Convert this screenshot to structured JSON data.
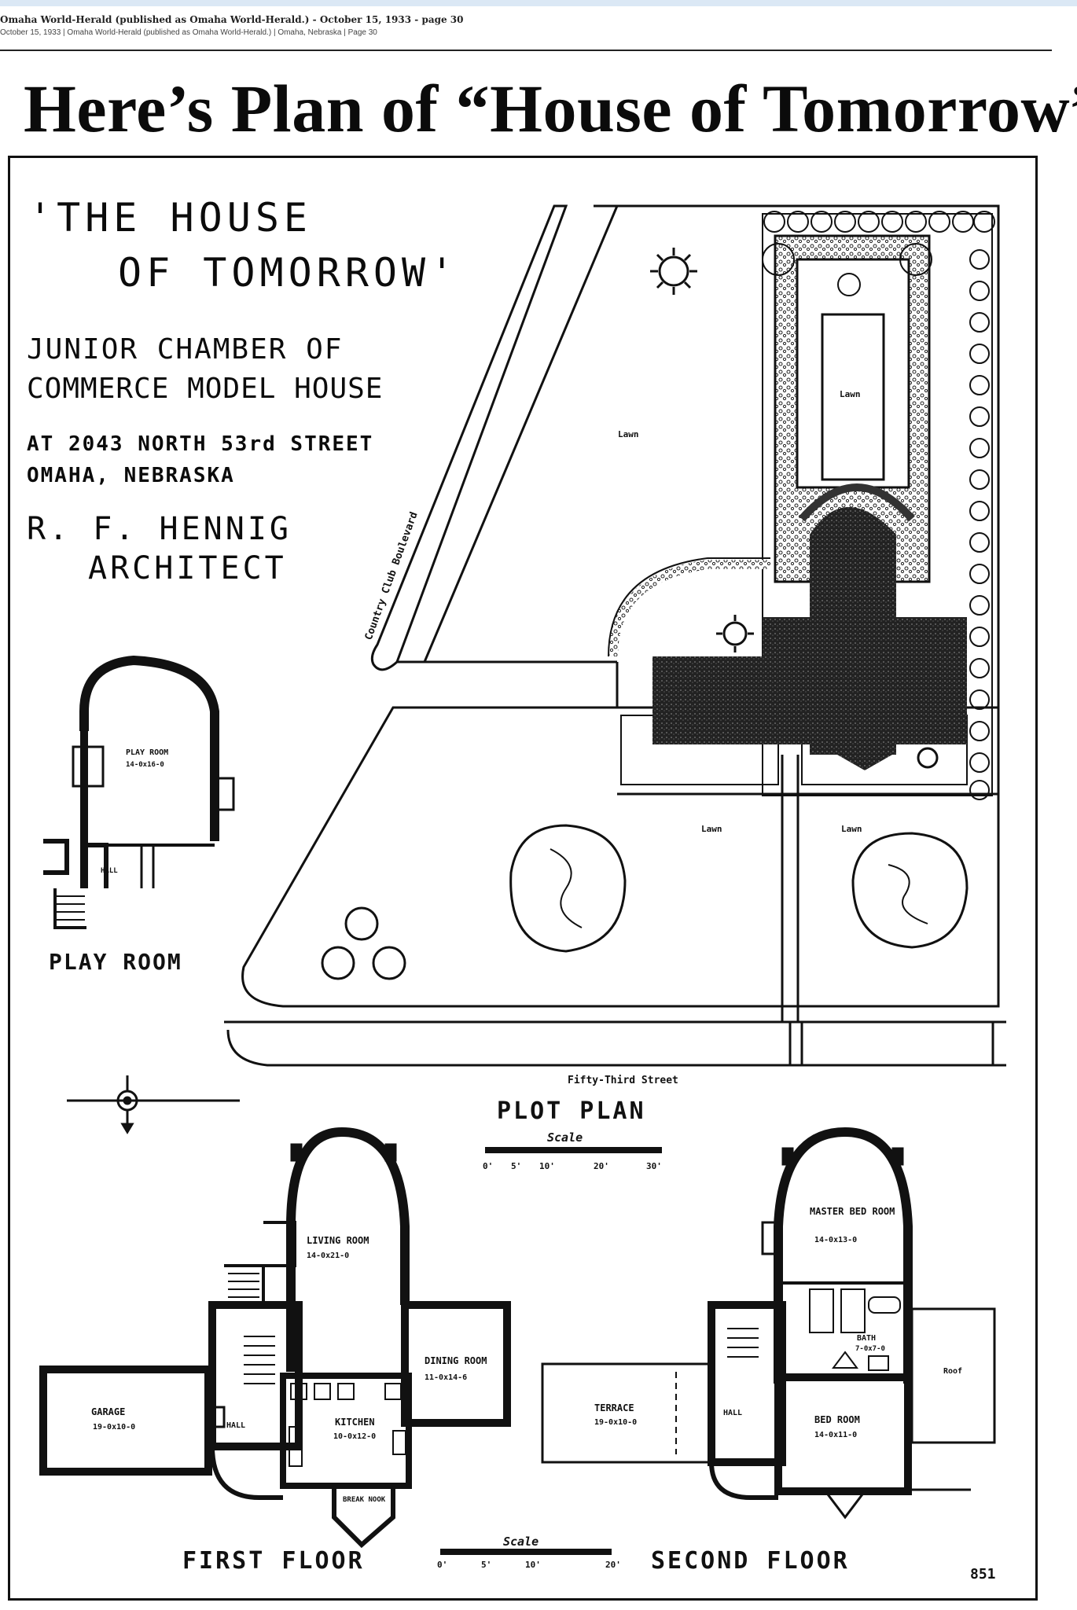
{
  "header": {
    "publication": "Omaha World-Herald (published as Omaha World-Herald.) - October 15, 1933 - page 30",
    "citation": "October 15, 1933 | Omaha World-Herald (published as Omaha World-Herald.) | Omaha, Nebraska | Page 30"
  },
  "article": {
    "headline": "Here’s Plan of “House of Tomorrow”"
  },
  "title_block": {
    "line1": "'THE HOUSE",
    "line2": "OF TOMORROW'",
    "sub1": "JUNIOR CHAMBER OF",
    "sub2": "COMMERCE MODEL HOUSE",
    "address1": "AT 2043 NORTH 53rd STREET",
    "address2": "OMAHA, NEBRASKA",
    "architect1": "R. F. HENNIG",
    "architect2": "ARCHITECT"
  },
  "plot": {
    "street_label": "Country Club Boulevard",
    "lawn_label": "Lawn",
    "bottom_street": "Fifty-Third Street",
    "title": "PLOT PLAN",
    "scale_label": "Scale",
    "scale_ticks": [
      "0'",
      "5'",
      "10'",
      "20'",
      "30'"
    ]
  },
  "play_room": {
    "room_label": "PLAY ROOM",
    "room_dims": "14-0x16-0",
    "hall_label": "HALL",
    "caption": "PLAY ROOM"
  },
  "first_floor": {
    "living": "LIVING ROOM",
    "living_dims": "14-0x21-0",
    "dining": "DINING ROOM",
    "dining_dims": "11-0x14-6",
    "kitchen": "KITCHEN",
    "kitchen_dims": "10-0x12-0",
    "garage": "GARAGE",
    "garage_dims": "19-0x10-0",
    "hall": "HALL",
    "break": "BREAK NOOK",
    "caption": "FIRST FLOOR"
  },
  "second_floor": {
    "master": "MASTER BED ROOM",
    "master_dims": "14-0x13-0",
    "bath": "BATH",
    "bath_dims": "7-0x7-0",
    "bed": "BED ROOM",
    "bed_dims": "14-0x11-0",
    "terrace": "TERRACE",
    "terrace_dims": "19-0x10-0",
    "hall": "HALL",
    "roof": "Roof",
    "caption": "SECOND FLOOR"
  },
  "floor_scale": {
    "label": "Scale",
    "ticks": [
      "0'",
      "5'",
      "10'",
      "20'"
    ]
  },
  "corner_mark": "851"
}
